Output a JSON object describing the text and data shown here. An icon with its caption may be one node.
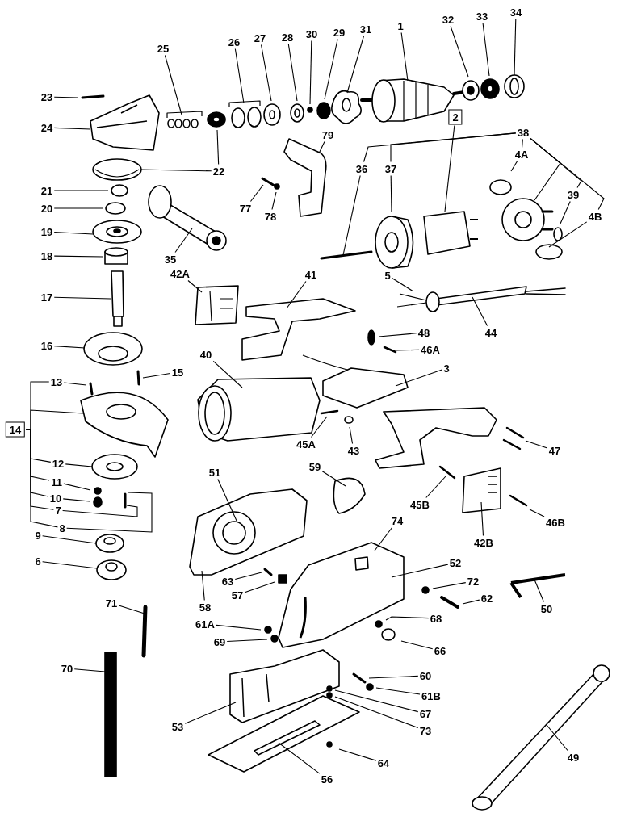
{
  "diagram": {
    "nodes": [
      {
        "text": [
          "23"
        ]
      },
      {
        "text": [
          "24"
        ]
      },
      {
        "text": [
          "25"
        ]
      },
      {
        "text": [
          "26"
        ]
      },
      {
        "text": [
          "27"
        ]
      },
      {
        "text": [
          "28"
        ]
      },
      {
        "text": [
          "30"
        ]
      },
      {
        "text": [
          "29"
        ]
      },
      {
        "text": [
          "31"
        ]
      },
      {
        "text": [
          "1"
        ]
      },
      {
        "text": [
          "32"
        ]
      },
      {
        "text": [
          "33"
        ]
      },
      {
        "text": [
          "34"
        ]
      },
      {
        "text": [
          "2"
        ]
      },
      {
        "text": [
          "38"
        ]
      },
      {
        "text": [
          "36"
        ]
      },
      {
        "text": [
          "37"
        ]
      },
      {
        "text": [
          "4A"
        ]
      },
      {
        "text": [
          "39"
        ]
      },
      {
        "text": [
          "4B"
        ]
      },
      {
        "text": [
          "79"
        ]
      },
      {
        "text": [
          "77"
        ]
      },
      {
        "text": [
          "78"
        ]
      },
      {
        "text": [
          "22"
        ]
      },
      {
        "text": [
          "21"
        ]
      },
      {
        "text": [
          "20"
        ]
      },
      {
        "text": [
          "19"
        ]
      },
      {
        "text": [
          "18"
        ]
      },
      {
        "text": [
          "17"
        ]
      },
      {
        "text": [
          "35"
        ]
      },
      {
        "text": [
          "42A"
        ]
      },
      {
        "text": [
          "41"
        ]
      },
      {
        "text": [
          "5"
        ]
      },
      {
        "text": [
          "44"
        ]
      },
      {
        "text": [
          "48"
        ]
      },
      {
        "text": [
          "46A"
        ]
      },
      {
        "text": [
          "3"
        ]
      },
      {
        "text": [
          "40"
        ]
      },
      {
        "text": [
          "16"
        ]
      },
      {
        "text": [
          "15"
        ]
      },
      {
        "text": [
          "13"
        ]
      },
      {
        "text": [
          "14"
        ]
      },
      {
        "text": [
          "45A"
        ]
      },
      {
        "text": [
          "43"
        ]
      },
      {
        "text": [
          "47"
        ]
      },
      {
        "text": [
          "59"
        ]
      },
      {
        "text": [
          "12"
        ]
      },
      {
        "text": [
          "11"
        ]
      },
      {
        "text": [
          "10"
        ]
      },
      {
        "text": [
          "7"
        ]
      },
      {
        "text": [
          "8"
        ]
      },
      {
        "text": [
          "45B"
        ]
      },
      {
        "text": [
          "42B"
        ]
      },
      {
        "text": [
          "46B"
        ]
      },
      {
        "text": [
          "51"
        ]
      },
      {
        "text": [
          "74"
        ]
      },
      {
        "text": [
          "52"
        ]
      },
      {
        "text": [
          "72"
        ]
      },
      {
        "text": [
          "62"
        ]
      },
      {
        "text": [
          "50"
        ]
      },
      {
        "text": [
          "63"
        ]
      },
      {
        "text": [
          "57"
        ]
      },
      {
        "text": [
          "58"
        ]
      },
      {
        "text": [
          "9"
        ]
      },
      {
        "text": [
          "6"
        ]
      },
      {
        "text": [
          "71"
        ]
      },
      {
        "text": [
          "61A"
        ]
      },
      {
        "text": [
          "69"
        ]
      },
      {
        "text": [
          "68"
        ]
      },
      {
        "text": [
          "66"
        ]
      },
      {
        "text": [
          "70"
        ]
      },
      {
        "text": [
          "60"
        ]
      },
      {
        "text": [
          "61B"
        ]
      },
      {
        "text": [
          "67"
        ]
      },
      {
        "text": [
          "73"
        ]
      },
      {
        "text": [
          "53"
        ]
      },
      {
        "text": [
          "64"
        ]
      },
      {
        "text": [
          "56"
        ]
      },
      {
        "text": [
          "49"
        ]
      }
    ],
    "edges": [
      {
        "from": 0,
        "to": null,
        "arrow": "none"
      },
      {
        "from": 1,
        "to": null,
        "arrow": "none"
      },
      {
        "from": 2,
        "to": null,
        "arrow": "none"
      },
      {
        "from": 3,
        "to": null,
        "arrow": "none"
      },
      {
        "from": 4,
        "to": null,
        "arrow": "none"
      },
      {
        "from": 5,
        "to": null,
        "arrow": "none"
      },
      {
        "from": 6,
        "to": null,
        "arrow": "none"
      },
      {
        "from": 7,
        "to": null,
        "arrow": "none"
      },
      {
        "from": 8,
        "to": null,
        "arrow": "none"
      },
      {
        "from": 9,
        "to": null,
        "arrow": "none"
      },
      {
        "from": 10,
        "to": null,
        "arrow": "none"
      },
      {
        "from": 11,
        "to": null,
        "arrow": "none"
      },
      {
        "from": 12,
        "to": null,
        "arrow": "none"
      },
      {
        "from": 13,
        "to": null,
        "arrow": "none"
      },
      {
        "from": 15,
        "to": null,
        "arrow": "none"
      },
      {
        "from": 16,
        "to": null,
        "arrow": "none"
      },
      {
        "from": 17,
        "to": null,
        "arrow": "none"
      },
      {
        "from": 18,
        "to": null,
        "arrow": "none"
      },
      {
        "from": 19,
        "to": null,
        "arrow": "none"
      },
      {
        "from": 20,
        "to": null,
        "arrow": "none"
      },
      {
        "from": 21,
        "to": null,
        "arrow": "none"
      },
      {
        "from": 22,
        "to": null,
        "arrow": "none"
      },
      {
        "from": 23,
        "to": null,
        "arrow": "none"
      },
      {
        "from": 23,
        "to": null,
        "arrow": "none"
      },
      {
        "from": 24,
        "to": null,
        "arrow": "none"
      },
      {
        "from": 25,
        "to": null,
        "arrow": "none"
      },
      {
        "from": 26,
        "to": null,
        "arrow": "none"
      },
      {
        "from": 27,
        "to": null,
        "arrow": "none"
      },
      {
        "from": 28,
        "to": null,
        "arrow": "none"
      },
      {
        "from": 29,
        "to": null,
        "arrow": "none"
      },
      {
        "from": 30,
        "to": null,
        "arrow": "none"
      },
      {
        "from": 31,
        "to": null,
        "arrow": "none"
      },
      {
        "from": 32,
        "to": null,
        "arrow": "none"
      },
      {
        "from": 33,
        "to": null,
        "arrow": "none"
      },
      {
        "from": 34,
        "to": null,
        "arrow": "none"
      },
      {
        "from": 35,
        "to": null,
        "arrow": "none"
      },
      {
        "from": 36,
        "to": null,
        "arrow": "none"
      },
      {
        "from": 37,
        "to": null,
        "arrow": "none"
      },
      {
        "from": 38,
        "to": null,
        "arrow": "none"
      },
      {
        "from": 39,
        "to": null,
        "arrow": "none"
      },
      {
        "from": 40,
        "to": null,
        "arrow": "none"
      },
      {
        "from": 42,
        "to": null,
        "arrow": "none"
      },
      {
        "from": 43,
        "to": null,
        "arrow": "none"
      },
      {
        "from": 44,
        "to": null,
        "arrow": "none"
      },
      {
        "from": 45,
        "to": null,
        "arrow": "none"
      },
      {
        "from": 46,
        "to": null,
        "arrow": "none"
      },
      {
        "from": 47,
        "to": null,
        "arrow": "none"
      },
      {
        "from": 48,
        "to": null,
        "arrow": "none"
      },
      {
        "from": 49,
        "to": null,
        "arrow": "none"
      },
      {
        "from": 50,
        "to": null,
        "arrow": "none"
      },
      {
        "from": 51,
        "to": null,
        "arrow": "none"
      },
      {
        "from": 52,
        "to": null,
        "arrow": "none"
      },
      {
        "from": 53,
        "to": null,
        "arrow": "none"
      },
      {
        "from": 54,
        "to": null,
        "arrow": "none"
      },
      {
        "from": 55,
        "to": null,
        "arrow": "none"
      },
      {
        "from": 56,
        "to": null,
        "arrow": "none"
      },
      {
        "from": 57,
        "to": null,
        "arrow": "none"
      },
      {
        "from": 58,
        "to": null,
        "arrow": "none"
      },
      {
        "from": 59,
        "to": null,
        "arrow": "none"
      },
      {
        "from": 60,
        "to": null,
        "arrow": "none"
      },
      {
        "from": 61,
        "to": null,
        "arrow": "none"
      },
      {
        "from": 62,
        "to": null,
        "arrow": "none"
      },
      {
        "from": 63,
        "to": null,
        "arrow": "none"
      },
      {
        "from": 64,
        "to": null,
        "arrow": "none"
      },
      {
        "from": 65,
        "to": null,
        "arrow": "none"
      },
      {
        "from": 66,
        "to": null,
        "arrow": "none"
      },
      {
        "from": 67,
        "to": null,
        "arrow": "none"
      },
      {
        "from": 68,
        "to": null,
        "arrow": "none"
      },
      {
        "from": 69,
        "to": null,
        "arrow": "none"
      },
      {
        "from": 70,
        "to": null,
        "arrow": "none"
      },
      {
        "from": 71,
        "to": null,
        "arrow": "none"
      },
      {
        "from": 72,
        "to": null,
        "arrow": "none"
      },
      {
        "from": 73,
        "to": null,
        "arrow": "none"
      },
      {
        "from": 74,
        "to": null,
        "arrow": "none"
      },
      {
        "from": 75,
        "to": null,
        "arrow": "none"
      },
      {
        "from": 76,
        "to": null,
        "arrow": "none"
      },
      {
        "from": 77,
        "to": null,
        "arrow": "none"
      },
      {
        "from": 78,
        "to": null,
        "arrow": "none"
      },
      {
        "from": 14,
        "to": 15,
        "arrow": "none"
      },
      {
        "from": 14,
        "to": 16,
        "arrow": "none"
      },
      {
        "from": 14,
        "to": 17,
        "arrow": "none"
      },
      {
        "from": 14,
        "to": null,
        "arrow": "none"
      },
      {
        "from": 14,
        "to": 18,
        "arrow": "none"
      },
      {
        "from": 14,
        "to": 19,
        "arrow": "none"
      },
      {
        "from": 41,
        "to": 40,
        "arrow": "none"
      },
      {
        "from": 41,
        "to": null,
        "arrow": "none"
      },
      {
        "from": 41,
        "to": 46,
        "arrow": "none"
      },
      {
        "from": 41,
        "to": 47,
        "arrow": "none"
      },
      {
        "from": 41,
        "to": 48,
        "arrow": "none"
      },
      {
        "from": 41,
        "to": 49,
        "arrow": "none"
      },
      {
        "from": 41,
        "to": 50,
        "arrow": "none"
      }
    ]
  }
}
